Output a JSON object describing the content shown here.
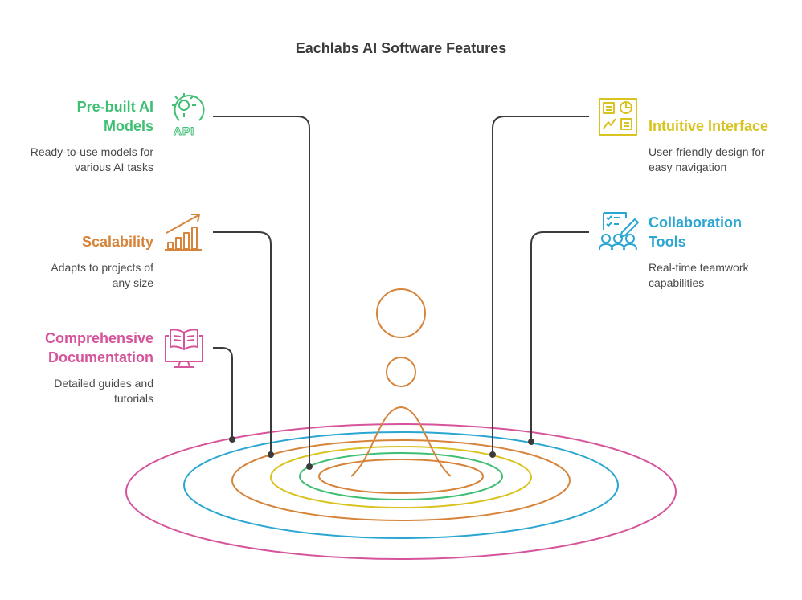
{
  "title": "Eachlabs AI Software Features",
  "colors": {
    "green": "#3fbf74",
    "orange": "#d6843a",
    "pink": "#d6549b",
    "yellow": "#d8c321",
    "blue": "#2aa6d1",
    "connector": "#3b3b3b",
    "ripple_center": "#d6843a"
  },
  "features": [
    {
      "title": "Pre-built AI Models",
      "title_lines": [
        "Pre-built AI",
        "Models"
      ],
      "desc_lines": [
        "Ready-to-use models for",
        "various AI tasks"
      ],
      "icon": "gear-api-icon",
      "color": "green"
    },
    {
      "title": "Scalability",
      "title_lines": [
        "Scalability"
      ],
      "desc_lines": [
        "Adapts to projects of",
        "any size"
      ],
      "icon": "growth-chart-icon",
      "color": "orange"
    },
    {
      "title": "Comprehensive Documentation",
      "title_lines": [
        "Comprehensive",
        "Documentation"
      ],
      "desc_lines": [
        "Detailed guides and",
        "tutorials"
      ],
      "icon": "book-monitor-icon",
      "color": "pink"
    },
    {
      "title": "Intuitive Interface",
      "title_lines": [
        "Intuitive Interface"
      ],
      "desc_lines": [
        "User-friendly design for",
        "easy navigation"
      ],
      "icon": "dashboard-icon",
      "color": "yellow"
    },
    {
      "title": "Collaboration Tools",
      "title_lines": [
        "Collaboration",
        "Tools"
      ],
      "desc_lines": [
        "Real-time teamwork",
        "capabilities"
      ],
      "icon": "team-checklist-icon",
      "color": "blue"
    }
  ],
  "icon_text": {
    "api": "API"
  }
}
